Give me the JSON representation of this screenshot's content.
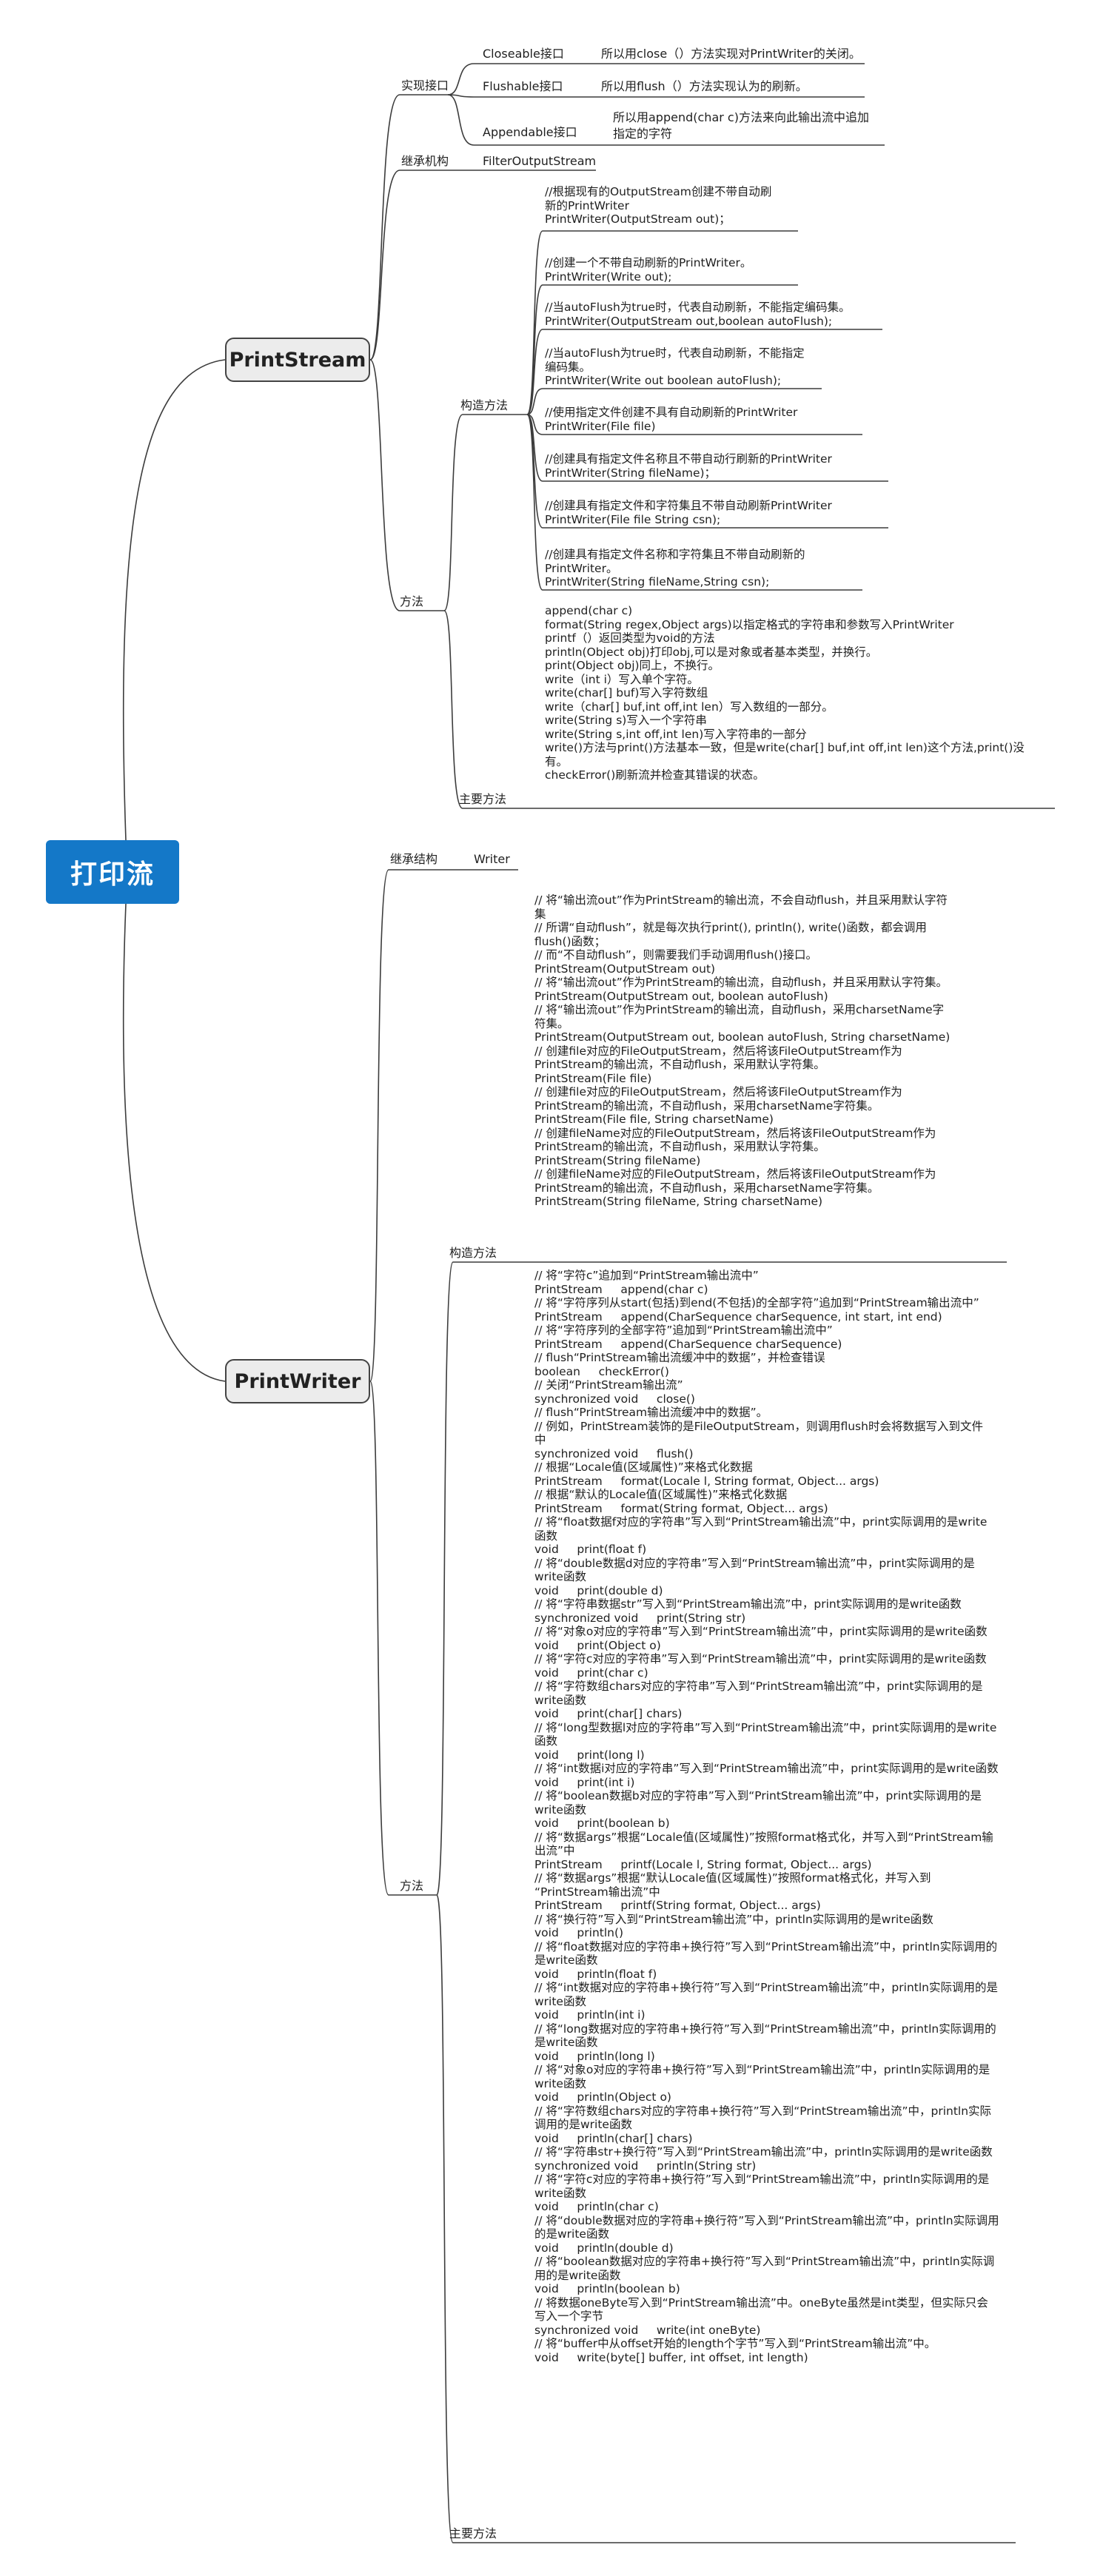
{
  "root": "打印流",
  "ps": {
    "title": "PrintStream",
    "impl_label": "实现接口",
    "impl": [
      {
        "name": "Closeable接口",
        "desc": "所以用close（）方法实现对PrintWriter的关闭。"
      },
      {
        "name": "Flushable接口",
        "desc": "所以用flush（）方法实现认为的刷新。"
      },
      {
        "name": "Appendable接口",
        "desc": "所以用append(char c)方法来向此输出流中追加指定的字符"
      }
    ],
    "inherit_label": "继承机构",
    "inherit_value": "FilterOutputStream",
    "methods_label": "方法",
    "ctor_label": "构造方法",
    "ctors": [
      "//根据现有的OutputStream创建不带自动刷\n新的PrintWriter\nPrintWriter(OutputStream out)；",
      "//创建一个不带自动刷新的PrintWriter。\nPrintWriter(Write out);",
      "//当autoFlush为true时，代表自动刷新，不能指定编码集。\nPrintWriter(OutputStream out,boolean autoFlush);",
      "//当autoFlush为true时，代表自动刷新，不能指定\n编码集。\nPrintWriter(Write out boolean autoFlush);",
      "//使用指定文件创建不具有自动刷新的PrintWriter\nPrintWriter(File file)",
      "//创建具有指定文件名称且不带自动行刷新的PrintWriter\nPrintWriter(String fileName)；",
      "//创建具有指定文件和字符集且不带自动刷新PrintWriter\nPrintWriter(File file String csn);",
      "//创建具有指定文件名称和字符集且不带自动刷新的\nPrintWriter。\nPrintWriter(String fileName,String csn);"
    ],
    "main_label": "主要方法",
    "main_text": "append(char c)\nformat(String regex,Object args)以指定格式的字符串和参数写入PrintWriter\nprintf（）返回类型为void的方法\nprintln(Object obj)打印obj,可以是对象或者基本类型，并换行。\nprint(Object obj)同上，不换行。\nwrite（int i）写入单个字符。\nwrite(char[] buf)写入字符数组\nwrite（char[] buf,int off,int len）写入数组的一部分。\nwrite(String s)写入一个字符串\nwrite(String s,int off,int len)写入字符串的一部分\nwrite()方法与print()方法基本一致，但是write(char[] buf,int off,int len)这个方法,print()没\n有。\ncheckError()刷新流并检查其错误的状态。"
  },
  "pw": {
    "title": "PrintWriter",
    "inherit_label": "继承结构",
    "inherit_value": "Writer",
    "methods_label": "方法",
    "ctor_label": "构造方法",
    "ctor_text": "// 将“输出流out”作为PrintStream的输出流，不会自动flush，并且采用默认字符\n集\n// 所谓“自动flush”，就是每次执行print(), println(), write()函数，都会调用\nflush()函数；\n// 而“不自动flush”，则需要我们手动调用flush()接口。\nPrintStream(OutputStream out)\n// 将“输出流out”作为PrintStream的输出流，自动flush，并且采用默认字符集。\nPrintStream(OutputStream out, boolean autoFlush)\n// 将“输出流out”作为PrintStream的输出流，自动flush，采用charsetName字\n符集。\nPrintStream(OutputStream out, boolean autoFlush, String charsetName)\n// 创建file对应的FileOutputStream，然后将该FileOutputStream作为\nPrintStream的输出流，不自动flush，采用默认字符集。\nPrintStream(File file)\n// 创建file对应的FileOutputStream，然后将该FileOutputStream作为\nPrintStream的输出流，不自动flush，采用charsetName字符集。\nPrintStream(File file, String charsetName)\n// 创建fileName对应的FileOutputStream，然后将该FileOutputStream作为\nPrintStream的输出流，不自动flush，采用默认字符集。\nPrintStream(String fileName)\n// 创建fileName对应的FileOutputStream，然后将该FileOutputStream作为\nPrintStream的输出流，不自动flush，采用charsetName字符集。\nPrintStream(String fileName, String charsetName)",
    "main_label": "主要方法",
    "main_text": "// 将“字符c”追加到“PrintStream输出流中”\nPrintStream     append(char c)\n// 将“字符序列从start(包括)到end(不包括)的全部字符”追加到“PrintStream输出流中”\nPrintStream     append(CharSequence charSequence, int start, int end)\n// 将“字符序列的全部字符”追加到“PrintStream输出流中”\nPrintStream     append(CharSequence charSequence)\n// flush“PrintStream输出流缓冲中的数据”，并检查错误\nboolean     checkError()\n// 关闭“PrintStream输出流”\nsynchronized void     close()\n// flush“PrintStream输出流缓冲中的数据”。\n// 例如，PrintStream装饰的是FileOutputStream，则调用flush时会将数据写入到文件\n中\nsynchronized void     flush()\n// 根据“Locale值(区域属性)”来格式化数据\nPrintStream     format(Locale l, String format, Object... args)\n// 根据“默认的Locale值(区域属性)”来格式化数据\nPrintStream     format(String format, Object... args)\n// 将“float数据f对应的字符串”写入到“PrintStream输出流”中，print实际调用的是write\n函数\nvoid     print(float f)\n// 将“double数据d对应的字符串”写入到“PrintStream输出流”中，print实际调用的是\nwrite函数\nvoid     print(double d)\n// 将“字符串数据str”写入到“PrintStream输出流”中，print实际调用的是write函数\nsynchronized void     print(String str)\n// 将“对象o对应的字符串”写入到“PrintStream输出流”中，print实际调用的是write函数\nvoid     print(Object o)\n// 将“字符c对应的字符串”写入到“PrintStream输出流”中，print实际调用的是write函数\nvoid     print(char c)\n// 将“字符数组chars对应的字符串”写入到“PrintStream输出流”中，print实际调用的是\nwrite函数\nvoid     print(char[] chars)\n// 将“long型数据l对应的字符串”写入到“PrintStream输出流”中，print实际调用的是write\n函数\nvoid     print(long l)\n// 将“int数据i对应的字符串”写入到“PrintStream输出流”中，print实际调用的是write函数\nvoid     print(int i)\n// 将“boolean数据b对应的字符串”写入到“PrintStream输出流”中，print实际调用的是\nwrite函数\nvoid     print(boolean b)\n// 将“数据args”根据“Locale值(区域属性)”按照format格式化，并写入到“PrintStream输\n出流”中\nPrintStream     printf(Locale l, String format, Object... args)\n// 将“数据args”根据“默认Locale值(区域属性)”按照format格式化，并写入到\n“PrintStream输出流”中\nPrintStream     printf(String format, Object... args)\n// 将“换行符”写入到“PrintStream输出流”中，println实际调用的是write函数\nvoid     println()\n// 将“float数据对应的字符串+换行符”写入到“PrintStream输出流”中，println实际调用的\n是write函数\nvoid     println(float f)\n// 将“int数据对应的字符串+换行符”写入到“PrintStream输出流”中，println实际调用的是\nwrite函数\nvoid     println(int i)\n// 将“long数据对应的字符串+换行符”写入到“PrintStream输出流”中，println实际调用的\n是write函数\nvoid     println(long l)\n// 将“对象o对应的字符串+换行符”写入到“PrintStream输出流”中，println实际调用的是\nwrite函数\nvoid     println(Object o)\n// 将“字符数组chars对应的字符串+换行符”写入到“PrintStream输出流”中，println实际\n调用的是write函数\nvoid     println(char[] chars)\n// 将“字符串str+换行符”写入到“PrintStream输出流”中，println实际调用的是write函数\nsynchronized void     println(String str)\n// 将“字符c对应的字符串+换行符”写入到“PrintStream输出流”中，println实际调用的是\nwrite函数\nvoid     println(char c)\n// 将“double数据对应的字符串+换行符”写入到“PrintStream输出流”中，println实际调用\n的是write函数\nvoid     println(double d)\n// 将“boolean数据对应的字符串+换行符”写入到“PrintStream输出流”中，println实际调\n用的是write函数\nvoid     println(boolean b)\n// 将数据oneByte写入到“PrintStream输出流”中。oneByte虽然是int类型，但实际只会\n写入一个字节\nsynchronized void     write(int oneByte)\n// 将“buffer中从offset开始的length个字节”写入到“PrintStream输出流”中。\nvoid     write(byte[] buffer, int offset, int length)"
  }
}
